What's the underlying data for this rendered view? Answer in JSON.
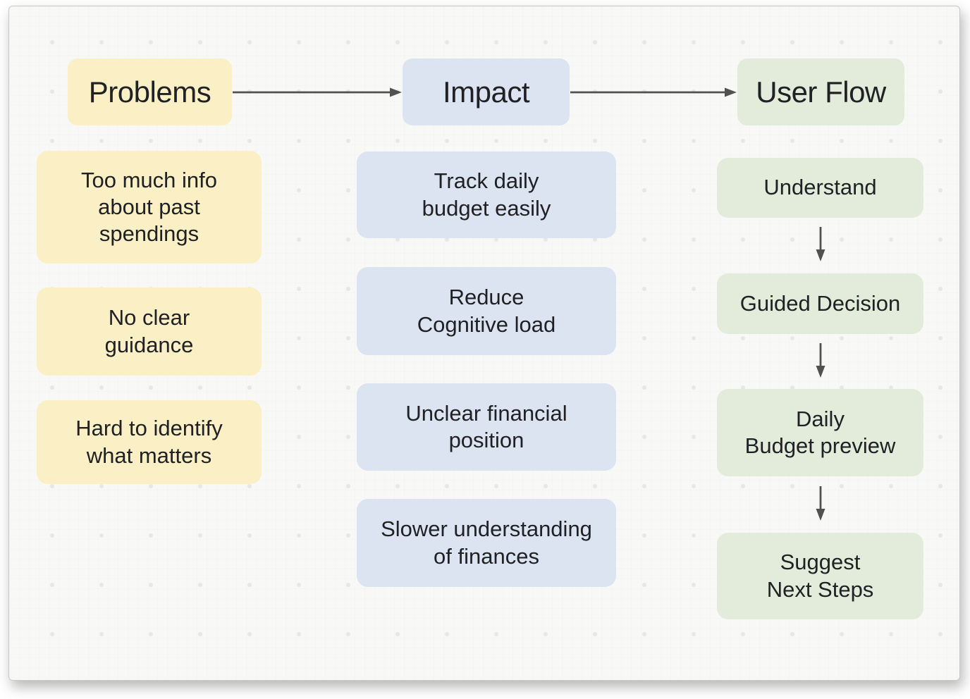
{
  "canvas": {
    "background_color": "#f8f9f7",
    "dot_color": "#e7e7e7",
    "text_color": "#202124",
    "connector_color": "#515151"
  },
  "columns": [
    {
      "header": "Problems",
      "color": "#faefc5",
      "items": [
        "Too much info\nabout past\nspendings",
        "No clear\nguidance",
        "Hard to identify\nwhat matters"
      ]
    },
    {
      "header": "Impact",
      "color": "#dce3f1",
      "items": [
        "Track daily\nbudget easily",
        "Reduce\nCognitive load",
        "Unclear financial\nposition",
        "Slower understanding\nof finances"
      ]
    },
    {
      "header": "User Flow",
      "color": "#e3ebdb",
      "items": [
        "Understand",
        "Guided Decision",
        "Daily\nBudget preview",
        "Suggest\nNext Steps"
      ]
    }
  ]
}
